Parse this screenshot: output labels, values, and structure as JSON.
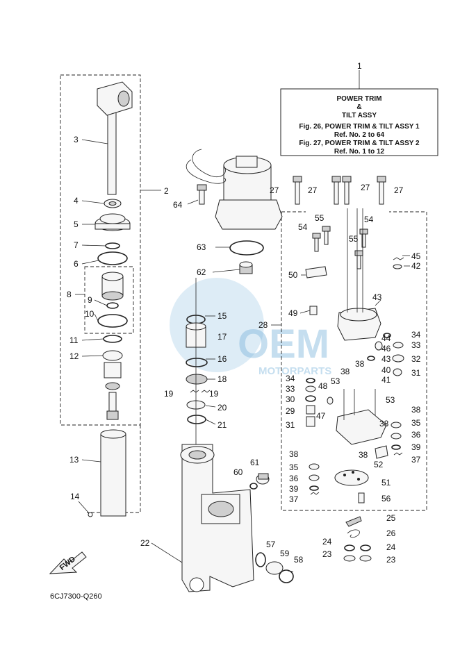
{
  "info_box": {
    "lines": [
      "POWER TRIM",
      "&",
      "TILT ASSY",
      "Fig. 26, POWER TRIM & TILT ASSY 1",
      "Ref. No. 2 to 64",
      "Fig. 27, POWER TRIM & TILT ASSY 2",
      "Ref. No. 1 to 12"
    ]
  },
  "callouts": {
    "c1": "1",
    "c2": "2",
    "c3": "3",
    "c4": "4",
    "c5": "5",
    "c6": "6",
    "c7": "7",
    "c8": "8",
    "c9": "9",
    "c10": "10",
    "c11": "11",
    "c12": "12",
    "c13": "13",
    "c14": "14",
    "c15": "15",
    "c16": "16",
    "c17": "17",
    "c18": "18",
    "c19a": "19",
    "c19b": "19",
    "c20": "20",
    "c21": "21",
    "c22": "22",
    "c23a": "23",
    "c23b": "23",
    "c24a": "24",
    "c24b": "24",
    "c25": "25",
    "c26": "26",
    "c27a": "27",
    "c27b": "27",
    "c27c": "27",
    "c27d": "27",
    "c28": "28",
    "c29": "29",
    "c30": "30",
    "c31a": "31",
    "c31b": "31",
    "c32": "32",
    "c33a": "33",
    "c33b": "33",
    "c34a": "34",
    "c34b": "34",
    "c35a": "35",
    "c35b": "35",
    "c36a": "36",
    "c36b": "36",
    "c37a": "37",
    "c37b": "37",
    "c38a": "38",
    "c38b": "38",
    "c38c": "38",
    "c38d": "38",
    "c38e": "38",
    "c38f": "38",
    "c39a": "39",
    "c39b": "39",
    "c40": "40",
    "c41": "41",
    "c42": "42",
    "c43a": "43",
    "c43b": "43",
    "c44": "44",
    "c45": "45",
    "c46": "46",
    "c47": "47",
    "c48": "48",
    "c49": "49",
    "c50": "50",
    "c51": "51",
    "c52": "52",
    "c53a": "53",
    "c53b": "53",
    "c54a": "54",
    "c54b": "54",
    "c55a": "55",
    "c55b": "55",
    "c56": "56",
    "c57": "57",
    "c58": "58",
    "c59": "59",
    "c60": "60",
    "c61": "61",
    "c62": "62",
    "c63": "63",
    "c64": "64"
  },
  "fwd_label": "FWD",
  "drawing_code": "6CJ7300-Q260",
  "watermark": {
    "line1": "OEM",
    "line2": "MOTORPARTS"
  },
  "colors": {
    "line": "#222222",
    "watermark": "#7fb7dc"
  }
}
